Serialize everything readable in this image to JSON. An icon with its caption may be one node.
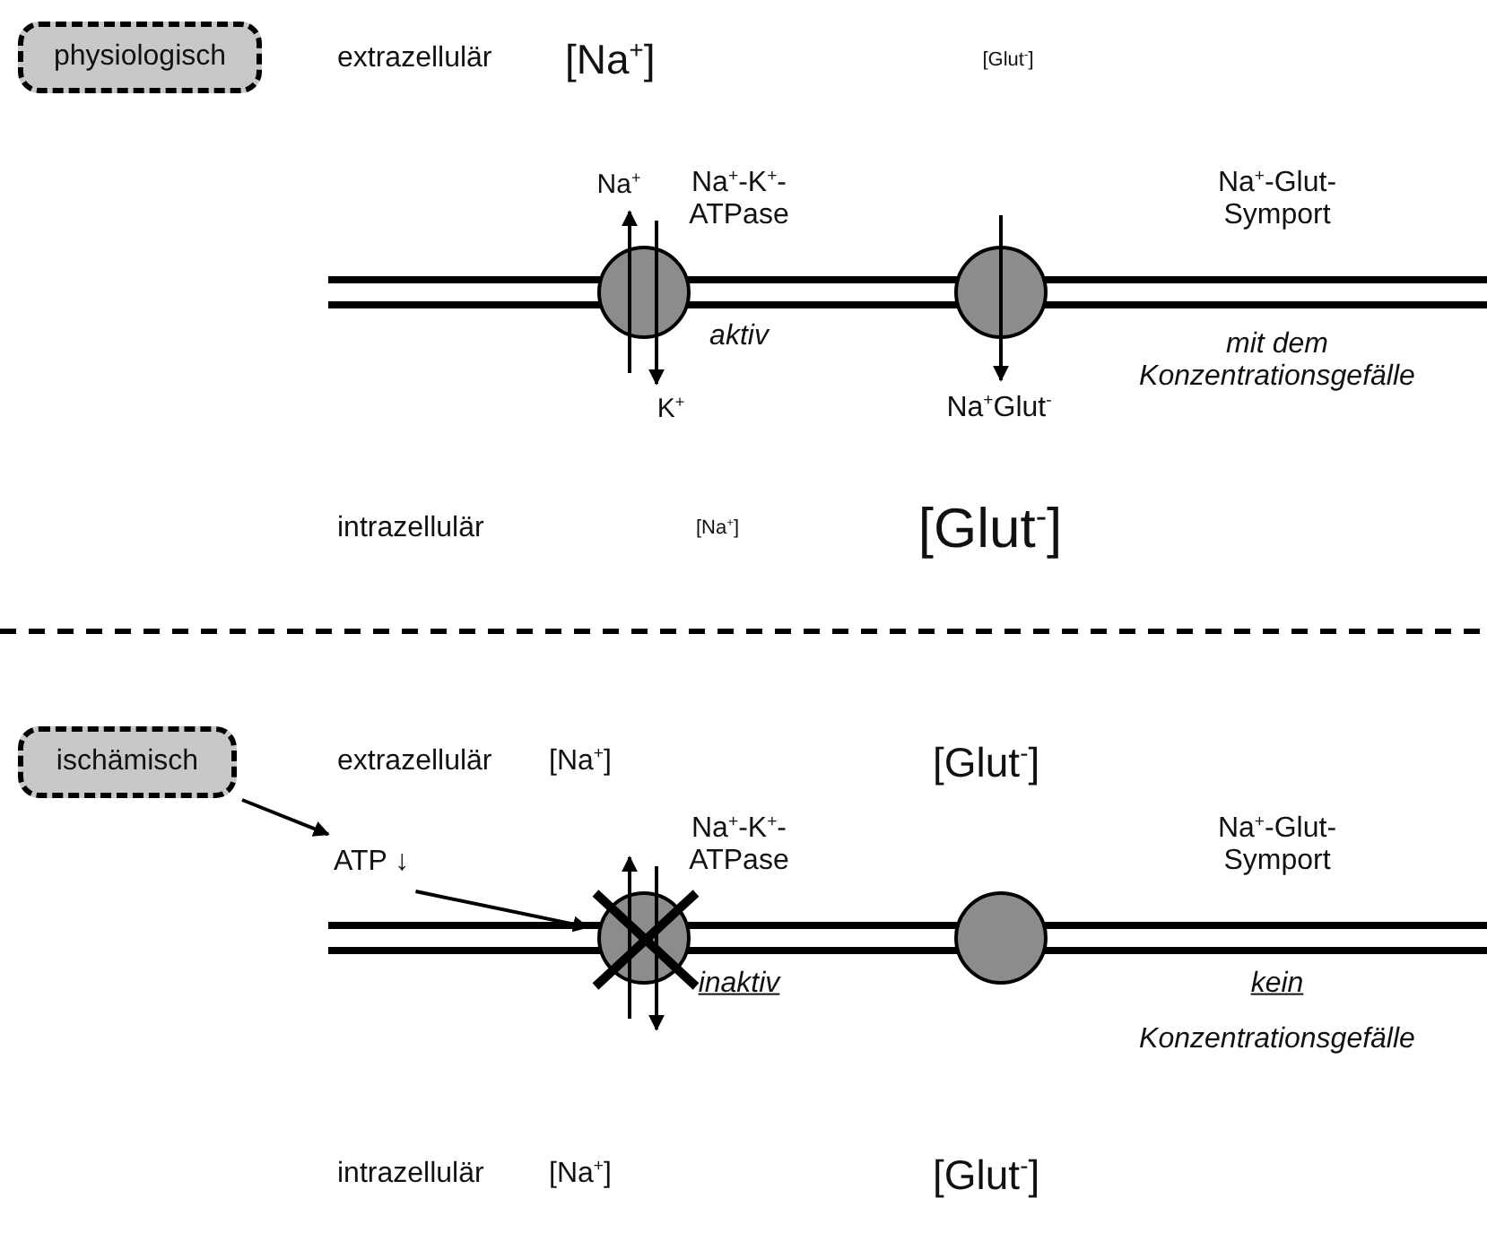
{
  "diagram": {
    "nodes": [
      {
        "text": [
          "physiologisch"
        ]
      },
      {
        "text": [],
        "shape": "circle"
      },
      {
        "text": [],
        "shape": "circle"
      },
      {
        "text": [
          "ischämisch"
        ]
      },
      {
        "text": [
          "ATP ↓"
        ]
      },
      {
        "text": [],
        "shape": "circle"
      },
      {
        "text": [],
        "shape": "circle"
      }
    ],
    "edges": [
      {
        "from": 3,
        "to": 4,
        "arrow": "to"
      },
      {
        "from": 4,
        "to": 5,
        "arrow": "to"
      }
    ],
    "labels": [
      "extrazellulär",
      "[Na$^{+}$]",
      "[Glut$^{-}$]",
      "Na$^{+}$",
      "Na$^{+}$-K$^{+}$- ATPase",
      "Na$^{+}$-Glut- Symport",
      "aktiv",
      "mit dem Konzentrationsgefälle",
      "K$^{+}$",
      "Na$^{+}$Glut$^{-}$",
      "intrazellulär",
      "[Na$^{+}$]",
      "[Glut$^{-}$]",
      "extrazellulär",
      "[Na$^{+}$]",
      "[Glut$^{-}$]",
      "Na$^{+}$-K$^{+}$- ATPase",
      "Na$^{+}$-Glut- Symport",
      "inaktiv",
      "kein",
      "Konzentrationsgefälle",
      "intrazellulär",
      "[Na$^{+}$]",
      "[Glut$^{-}$]"
    ]
  }
}
